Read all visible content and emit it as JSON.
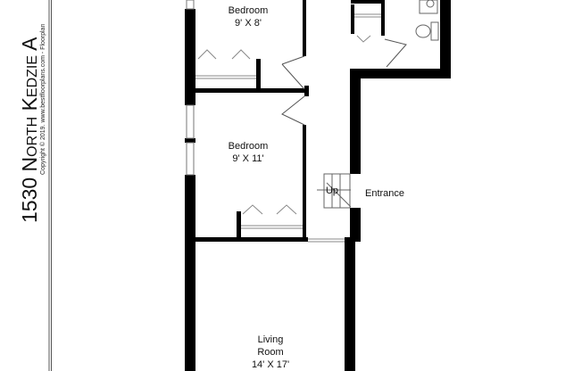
{
  "title": "1530 North Kedzie A",
  "copyright": "Copyright © 2019. www.bestfloorplans.com - Floorplan",
  "rooms": [
    {
      "name": "Bedroom",
      "size": "9' X 8'"
    },
    {
      "name": "Bedroom",
      "size": "9' X 11'"
    },
    {
      "name_line1": "Living",
      "name_line2": "Room",
      "size": "14' X 17'"
    }
  ],
  "stairs_label": "Up",
  "entrance_label": "Entrance",
  "colors": {
    "wall": "#000000",
    "background": "#ffffff",
    "fixture": "#888888"
  }
}
